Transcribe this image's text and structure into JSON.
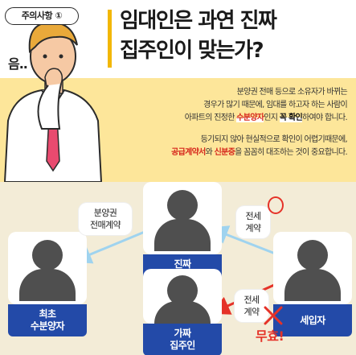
{
  "header": {
    "badge": "주의사항 ①",
    "title_line1": "임대인은 과연 진짜",
    "title_line2": "집주인이 맞는가?",
    "exclaim": "음.."
  },
  "body": {
    "p1_line1": "분양권 전매 등으로 소유자가 바뀌는",
    "p1_line2": "경우가 많기 때문에, 임대를 하고자 하는 사람이",
    "p1_line3_a": "아파트의 진정한 ",
    "p1_line3_b": "수분양자",
    "p1_line3_c": "인지 ",
    "p1_line3_d": "꼭 확인",
    "p1_line3_e": "하여야 합니다.",
    "p2_line1": "등기되지 않아 현실적으로 확인이 어렵기때문에,",
    "p2_line2_a": "공급계약서",
    "p2_line2_b": "와 ",
    "p2_line2_c": "신분증",
    "p2_line2_d": "을 꼼꼼히 대조하는 것이 중요합니다."
  },
  "diagram": {
    "real_owner": "진짜\n집주인",
    "fake_owner": "가짜\n집주인",
    "first_buyer": "최초\n수분양자",
    "tenant": "세입자",
    "bubble_resale": "분양권\n전매계약",
    "bubble_lease_top": "전세\n계약",
    "bubble_lease_bottom": "전세\n계약",
    "invalid": "무효!"
  },
  "colors": {
    "accent_yellow": "#f2b705",
    "panel_yellow": "#fde69a",
    "label_blue": "#234aa8",
    "alert_red": "#e53228",
    "arrow_blue": "#9fd3ef"
  }
}
